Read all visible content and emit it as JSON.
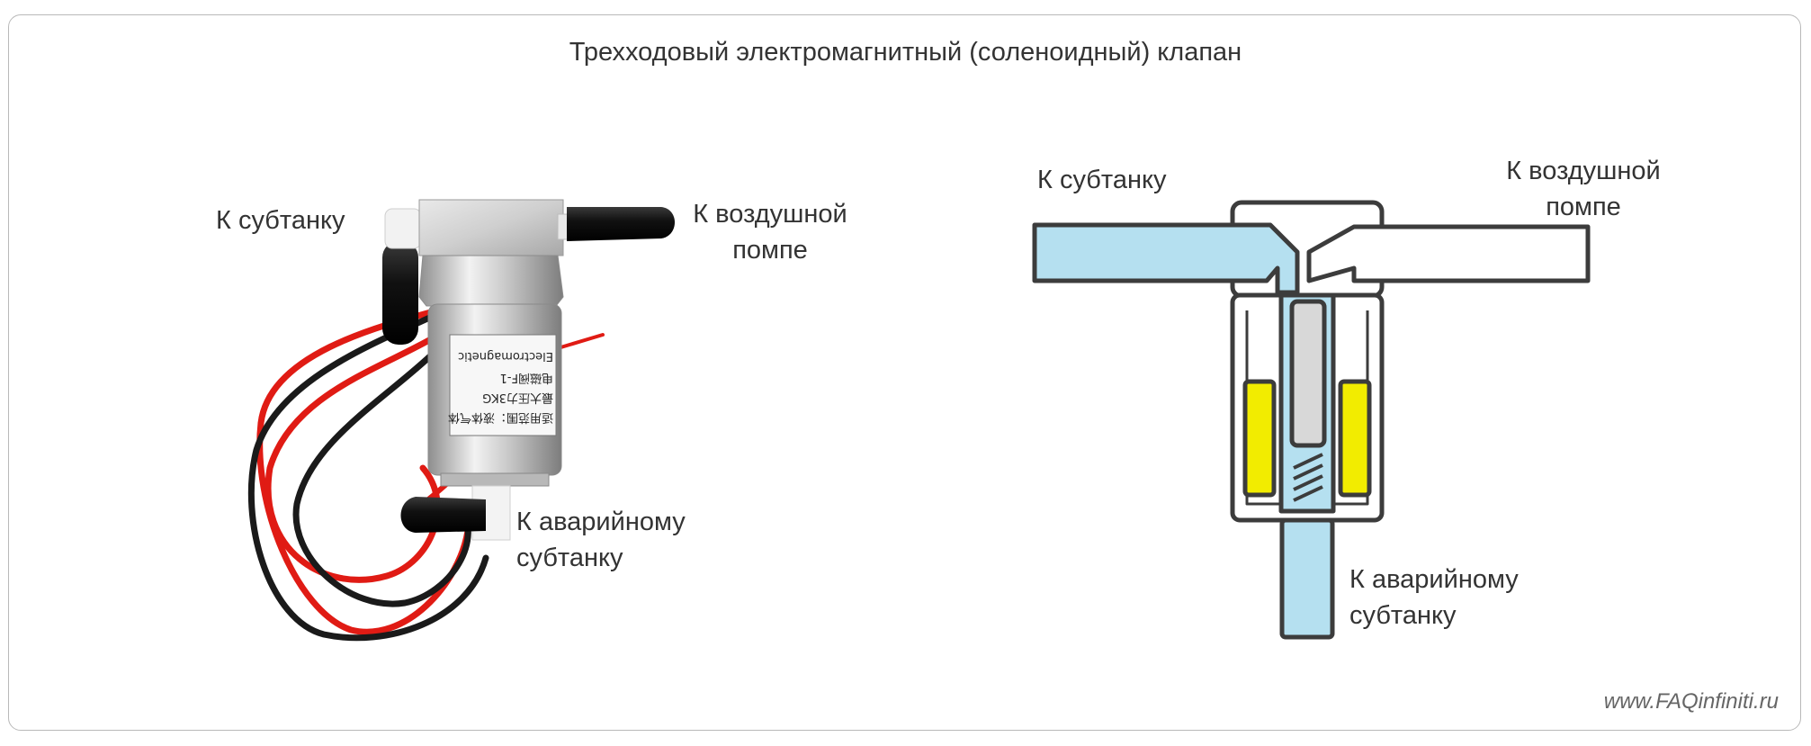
{
  "title": "Трехходовый электромагнитный (соленоидный) клапан",
  "photo": {
    "label_subtank": "К субтанку",
    "label_air_pump_line1": "К воздушной",
    "label_air_pump_line2": "помпе",
    "label_emergency_line1": "К аварийному",
    "label_emergency_line2": "субтанку",
    "sticker_line1": "适用范围：液体气体",
    "sticker_line2": "最大压力3KG",
    "sticker_line3": "电磁阀F-1",
    "sticker_line4": "Electromagnetic"
  },
  "schematic": {
    "label_subtank": "К субтанку",
    "label_air_pump_line1": "К воздушной",
    "label_air_pump_line2": "помпе",
    "label_emergency_line1": "К аварийному",
    "label_emergency_line2": "субтанку"
  },
  "watermark": "www.FAQinfiniti.ru",
  "colors": {
    "fluid": "#b5e0f0",
    "coil": "#f2ec00",
    "plunger": "#d8d8d8",
    "outline": "#3c3c3c",
    "wire_red": "#e01b14",
    "wire_black": "#1a1a1a"
  }
}
